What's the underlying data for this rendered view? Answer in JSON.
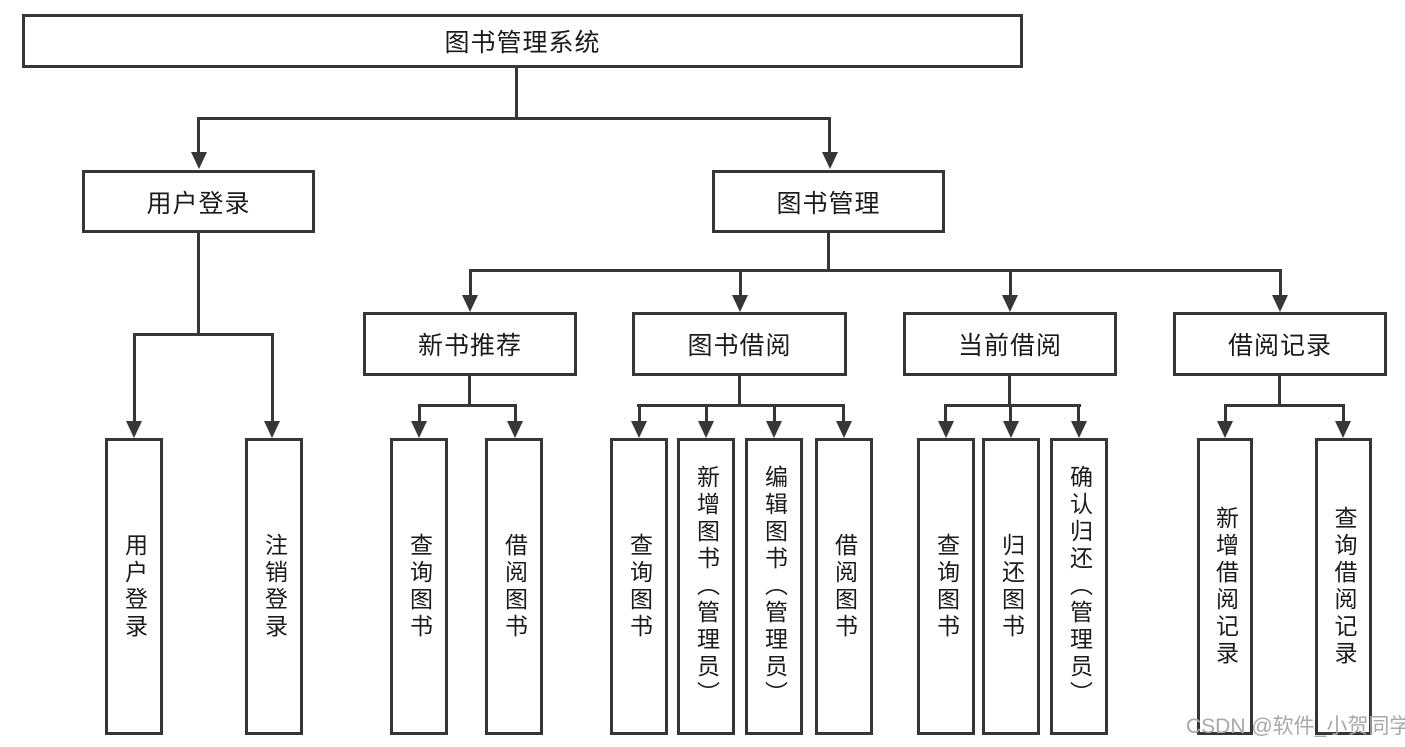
{
  "tree": {
    "label": "图书管理系统",
    "children": [
      {
        "label": "用户登录",
        "children": [
          {
            "label": "用户登录"
          },
          {
            "label": "注销登录"
          }
        ]
      },
      {
        "label": "图书管理",
        "children": [
          {
            "label": "新书推荐",
            "children": [
              {
                "label": "查询图书"
              },
              {
                "label": "借阅图书"
              }
            ]
          },
          {
            "label": "图书借阅",
            "children": [
              {
                "label": "查询图书"
              },
              {
                "label": "新增图书（管理员）"
              },
              {
                "label": "编辑图书（管理员）"
              },
              {
                "label": "借阅图书"
              }
            ]
          },
          {
            "label": "当前借阅",
            "children": [
              {
                "label": "查询图书"
              },
              {
                "label": "归还图书"
              },
              {
                "label": "确认归还（管理员）"
              }
            ]
          },
          {
            "label": "借阅记录",
            "children": [
              {
                "label": "新增借阅记录"
              },
              {
                "label": "查询借阅记录"
              }
            ]
          }
        ]
      }
    ]
  },
  "watermark": "CSDN @软件_小贺同学",
  "colors": {
    "line": "#363636",
    "text": "#1b1b1b",
    "watermark": "#a9a9a9",
    "background": "#ffffff"
  }
}
